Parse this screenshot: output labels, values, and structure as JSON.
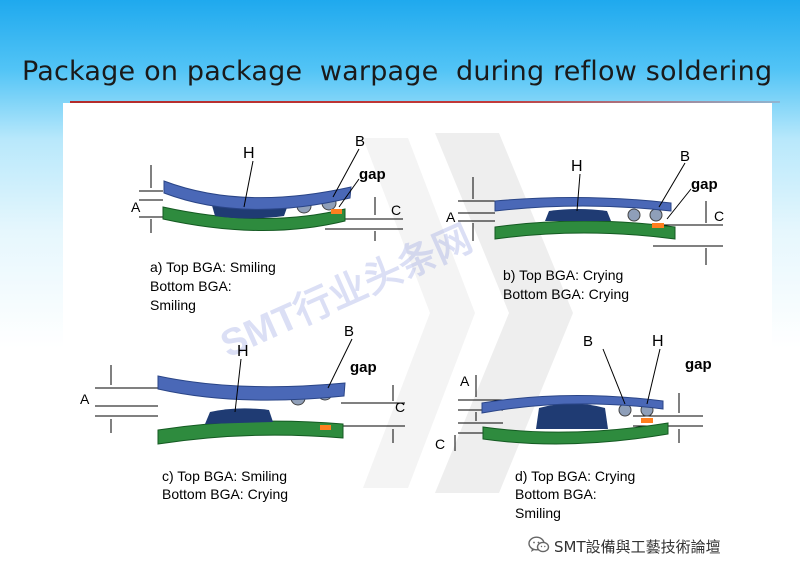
{
  "slide": {
    "title": "Package on package  warpage  during reflow soldering",
    "watermark": "SMT行业头条网",
    "footer": "SMT設備與工藝技術論壇",
    "footer_icon": "wechat-icon"
  },
  "colors": {
    "top_package": "#4a68b7",
    "die": "#1f3b73",
    "substrate": "#2e8b3e",
    "ball": "#8f9fb9",
    "gap_fill": "#ff7f1f"
  },
  "diagrams": [
    {
      "id": "a",
      "caption": [
        "a) Top BGA: Smiling",
        "Bottom BGA:",
        "Smiling"
      ],
      "labels": {
        "H": "H",
        "B": "B",
        "gap": "gap",
        "A": "A",
        "C": "C"
      }
    },
    {
      "id": "b",
      "caption": [
        "b) Top BGA: Crying",
        "Bottom BGA: Crying"
      ],
      "labels": {
        "H": "H",
        "B": "B",
        "gap": "gap",
        "A": "A",
        "C": "C"
      }
    },
    {
      "id": "c",
      "caption": [
        "c) Top BGA: Smiling",
        "Bottom BGA: Crying"
      ],
      "labels": {
        "H": "H",
        "B": "B",
        "gap": "gap",
        "A": "A",
        "C": "C"
      }
    },
    {
      "id": "d",
      "caption": [
        "d) Top BGA: Crying",
        "Bottom BGA:",
        "Smiling"
      ],
      "labels": {
        "H": "H",
        "B": "B",
        "gap": "gap",
        "A": "A",
        "C": "C"
      }
    }
  ]
}
